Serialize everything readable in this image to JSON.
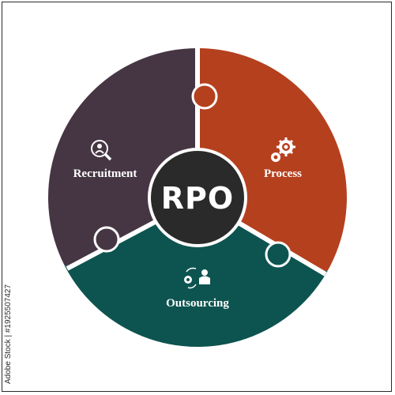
{
  "center": {
    "label": "RPO",
    "color": "#2a2a2a"
  },
  "segments": [
    {
      "label": "Recruitment",
      "color": "#463643",
      "icon": "search-person-icon"
    },
    {
      "label": "Process",
      "color": "#b5401e",
      "icon": "gears-icon"
    },
    {
      "label": "Outsourcing",
      "color": "#0d5450",
      "icon": "outsourcing-person-icon"
    }
  ],
  "stock_id": "Adobe Stock | #1925507427"
}
